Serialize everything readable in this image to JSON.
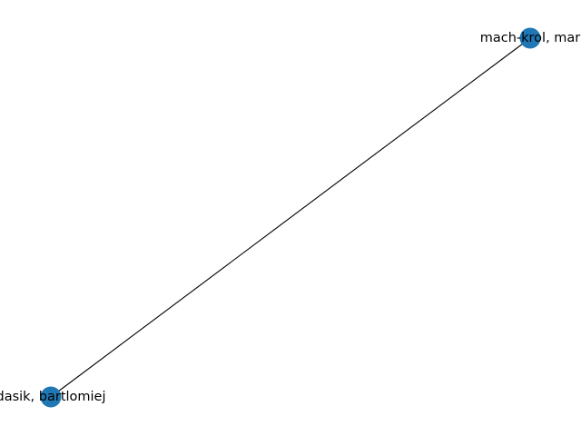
{
  "graph": {
    "nodes": [
      {
        "id": "n1",
        "label": "mach-krol, mar"
      },
      {
        "id": "n2",
        "label": "dasik, bartlomiej"
      }
    ],
    "edges": [
      {
        "source": "n1",
        "target": "n2"
      }
    ]
  },
  "colors": {
    "node_fill": "#1f77b4",
    "edge_stroke": "#000000",
    "label_text": "#000000",
    "background": "#ffffff"
  }
}
